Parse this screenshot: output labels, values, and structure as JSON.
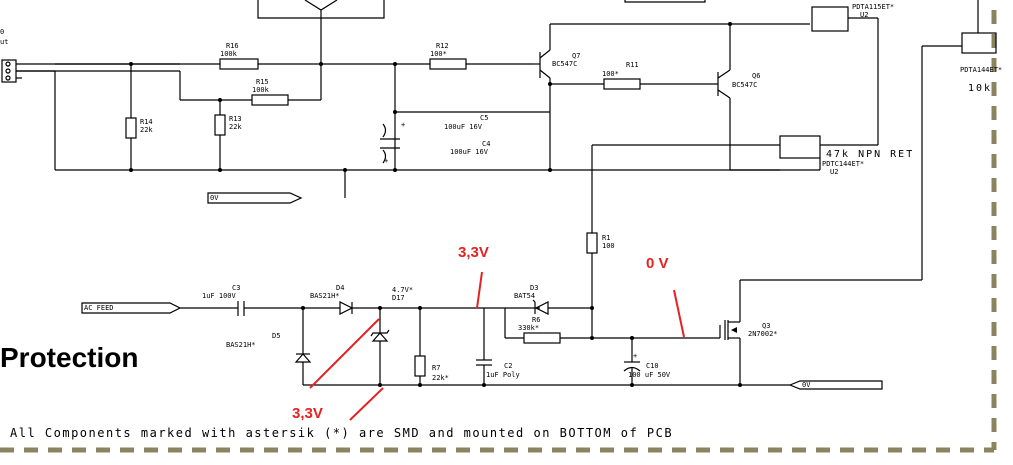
{
  "title": "Protection",
  "footer_note": "All Components marked with astersik (*) are SMD and mounted on BOTTOM of PCB",
  "colors": {
    "annotation": "#e52222",
    "border": "#8a8360"
  },
  "annotations": [
    "3,3V",
    "0 V",
    "3,3V"
  ],
  "nets": {
    "ov1": "0V",
    "ov2": "0V",
    "ac_feed": "AC FEED"
  },
  "connector": {
    "line1": "0",
    "line2": "ut"
  },
  "labels": {
    "r16": "R16",
    "r16v": "100k",
    "r12": "R12",
    "r12v": "100*",
    "r15": "R15",
    "r15v": "100k",
    "r14": "R14",
    "r14v": "22k",
    "r13": "R13",
    "r13v": "22k",
    "q7": "Q7",
    "q7v": "BC547C",
    "r11": "R11",
    "r11v": "100*",
    "q6": "Q6",
    "q6v": "BC547C",
    "c5": "C5",
    "c5v": "100uF 16V",
    "c4v": "100uF 16V",
    "c4": "C4",
    "u2a": "PDTA115ET*",
    "u2a_ref": "U2",
    "u2b": "PDTC144ET*",
    "u2b_ref": "U2",
    "npn_ret": "47k NPN RET",
    "u_right": "PDTA144ET*",
    "r_right": "10k",
    "r1": "R1",
    "r1v": "100",
    "c3": "C3",
    "c3v": "1uF 100V",
    "d4": "D4",
    "d4v": "BAS21H*",
    "d5": "D5",
    "d5v": "BAS21H*",
    "d17v": "4.7V*",
    "d17": "D17",
    "d3": "D3",
    "d3v": "BAT54",
    "r6": "R6",
    "r6v": "330k*",
    "q3": "Q3",
    "q3v": "2N7002*",
    "r7": "R7",
    "r7v": "22k*",
    "c2": "C2",
    "c2v": "1uF Poly",
    "c10": "C10",
    "c10v": "100 uF 50V"
  }
}
